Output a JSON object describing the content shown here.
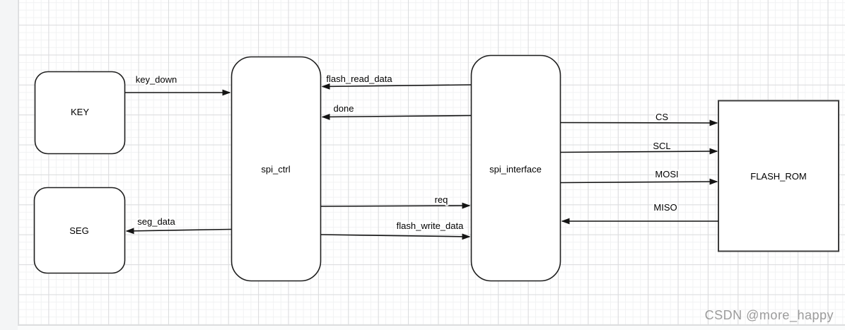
{
  "watermark": {
    "text": "CSDN @more_happy"
  },
  "diagram": {
    "blocks": {
      "key": {
        "label": "KEY"
      },
      "seg": {
        "label": "SEG"
      },
      "spi_ctrl": {
        "label": "spi_ctrl"
      },
      "spi_interface": {
        "label": "spi_interface"
      },
      "flash_rom": {
        "label": "FLASH_ROM"
      }
    },
    "signals": {
      "key_down": {
        "label": "key_down",
        "from": "KEY",
        "to": "spi_ctrl"
      },
      "seg_data": {
        "label": "seg_data",
        "from": "spi_ctrl",
        "to": "SEG"
      },
      "flash_read_data": {
        "label": "flash_read_data",
        "from": "spi_interface",
        "to": "spi_ctrl"
      },
      "done": {
        "label": "done",
        "from": "spi_interface",
        "to": "spi_ctrl"
      },
      "req": {
        "label": "req",
        "from": "spi_ctrl",
        "to": "spi_interface"
      },
      "flash_write_data": {
        "label": "flash_write_data",
        "from": "spi_ctrl",
        "to": "spi_interface"
      },
      "cs": {
        "label": "CS",
        "from": "spi_interface",
        "to": "FLASH_ROM"
      },
      "scl": {
        "label": "SCL",
        "from": "spi_interface",
        "to": "FLASH_ROM"
      },
      "mosi": {
        "label": "MOSI",
        "from": "spi_interface",
        "to": "FLASH_ROM"
      },
      "miso": {
        "label": "MISO",
        "from": "FLASH_ROM",
        "to": "spi_interface"
      }
    },
    "colors": {
      "grid_minor": "#f1f2f3",
      "grid_major": "#dbdcde",
      "shape_stroke": "#1f1f1f",
      "watermark_text": "#9b9b9b"
    }
  }
}
